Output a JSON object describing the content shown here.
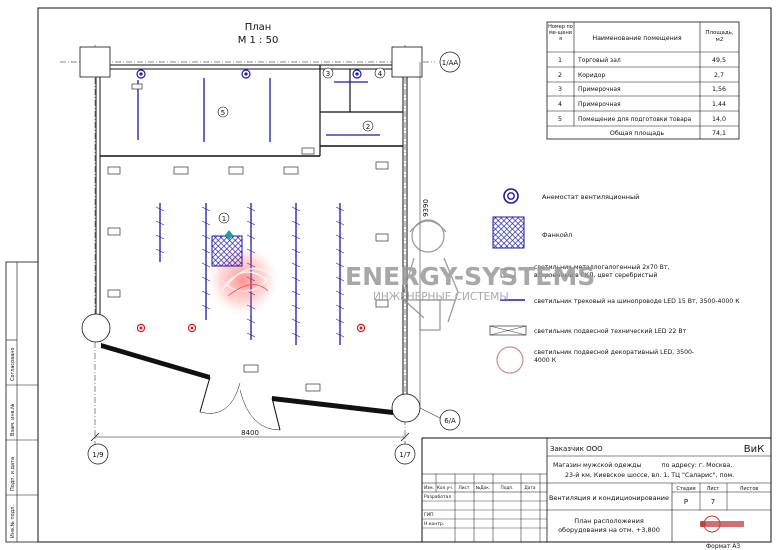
{
  "plan": {
    "title": "План",
    "scale": "М 1 : 50",
    "dim_width": "8400",
    "dim_height": "9390",
    "axes": {
      "top_right": "1/АА",
      "bottom_right": "6/А",
      "bottom_left_col": "1/9",
      "bottom_right_col": "1/7"
    },
    "room_markers": [
      "1",
      "2",
      "3",
      "4",
      "5"
    ]
  },
  "room_table": {
    "headers": [
      "Номер поме-щения",
      "Наименование помещения",
      "Площадь, м2"
    ],
    "rows": [
      [
        "1",
        "Торговый зал",
        "49,5"
      ],
      [
        "2",
        "Коридор",
        "2,7"
      ],
      [
        "3",
        "Примерочная",
        "1,56"
      ],
      [
        "4",
        "Примерочная",
        "1,44"
      ],
      [
        "5",
        "Помещение для подготовки товара",
        "14,0"
      ]
    ],
    "total_label": "Общая площадь",
    "total_value": "74,1"
  },
  "legend": [
    {
      "icon": "anemostat",
      "text": "Анемостат вентиляционный"
    },
    {
      "icon": "fancoil",
      "text": "Фанкойл"
    },
    {
      "icon": "metal-halide",
      "text": "светильник металлогалогенный 2х70 Вт, встроенный в ГКЛ, цвет серебристый"
    },
    {
      "icon": "track-led",
      "text": "светильник трековый на шинопроводе LED 15 Вт, 3500-4000 К"
    },
    {
      "icon": "technical",
      "text": "светильник подвесной технический LED 22 Вт"
    },
    {
      "icon": "decorative",
      "text": "светильник подвесной декоративный LED, 3500-4000 К"
    }
  ],
  "watermark": {
    "brand": "ENERGY-SYSTEMS",
    "subtitle": "ИНЖЕНЕРНЫЕ СИСТЕМЫ"
  },
  "stamp": {
    "customer": "Заказчик ООО",
    "section_code": "ВиК",
    "object": "Магазин мужской одежды          по адресу: г. Москва,",
    "address": "23-й км, Киевское шоссе, вл. 1, ТЦ \"Саларис\", пом.",
    "row_headers": [
      "Изм.",
      "Кол.уч.",
      "Лист",
      "№Док.",
      "Подп.",
      "Дата"
    ],
    "developer": "Разработал",
    "gip": "ГИП",
    "normcontrol": "Н.контр.",
    "system": "Вентиляция и кондиционирование",
    "stage_label": "Стадия",
    "sheet_label": "Лист",
    "sheets_label": "Листов",
    "stage_value": "Р",
    "sheet_value": "7",
    "drawing_title_1": "План расположения",
    "drawing_title_2": "оборудования на отм. +3,800",
    "format": "Формат  А3"
  },
  "side_stamp": [
    "Согласовано",
    "Взам. инв.№",
    "Подп. и дата",
    "Инв.№ подл."
  ],
  "colors": {
    "line": "#111111",
    "blue": "#1a1aa8",
    "red": "#d42020",
    "wall": "#444444",
    "watermark": "#9a9a9a"
  }
}
